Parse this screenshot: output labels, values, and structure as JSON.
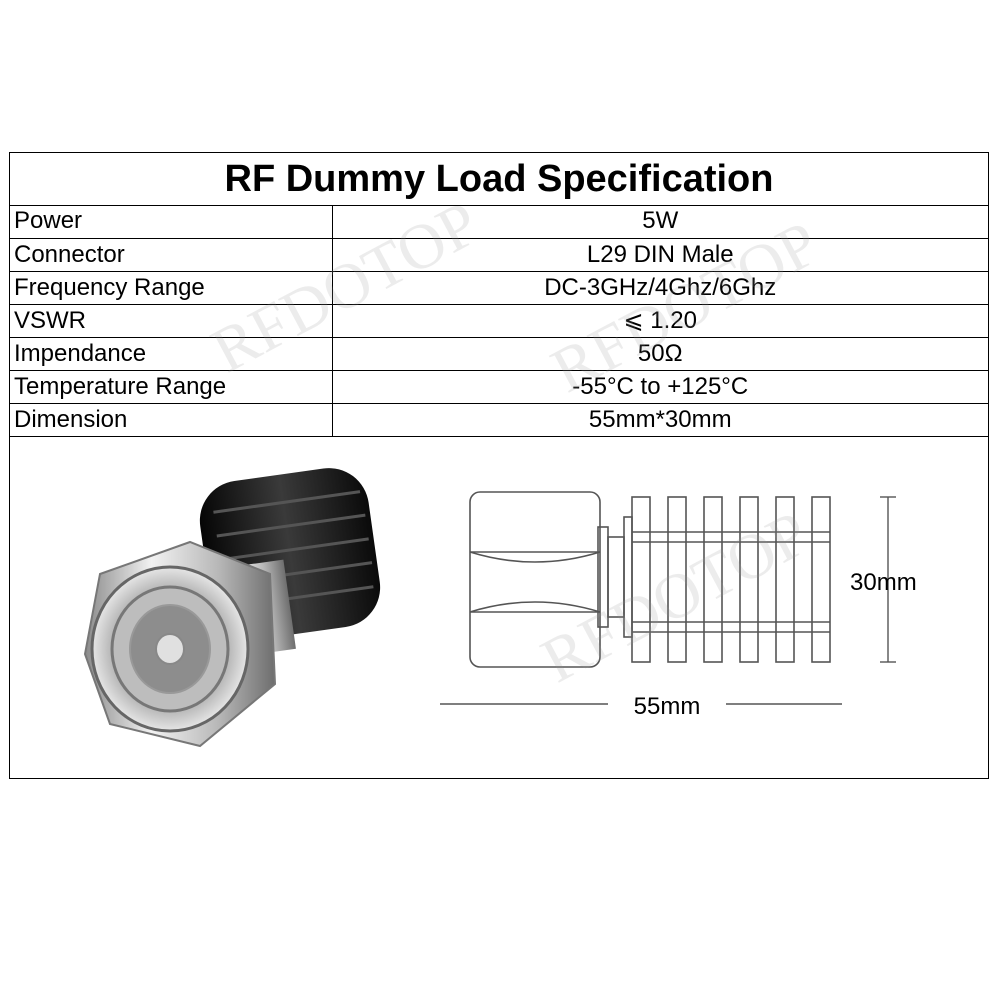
{
  "title": "RF Dummy Load Specification",
  "rows": [
    {
      "label": "Power",
      "value": "5W"
    },
    {
      "label": "Connector",
      "value": "L29 DIN Male"
    },
    {
      "label": "Frequency Range",
      "value": "DC-3GHz/4Ghz/6Ghz"
    },
    {
      "label": "VSWR",
      "value": "⩽ 1.20"
    },
    {
      "label": "Impendance",
      "value": "50Ω"
    },
    {
      "label": "Temperature Range",
      "value": "-55°C to +125°C"
    },
    {
      "label": "Dimension",
      "value": "55mm*30mm"
    }
  ],
  "drawing": {
    "height_label": "30mm",
    "length_label": "55mm"
  },
  "watermark": "RFDOTOP",
  "colors": {
    "border": "#000000",
    "heatsink": "#1a1a1a",
    "metal": "#c8c8c8"
  }
}
